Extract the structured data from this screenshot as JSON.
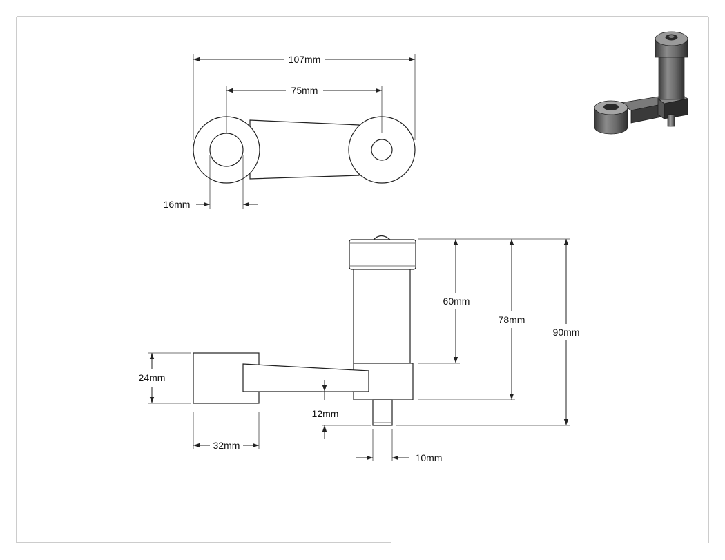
{
  "drawing": {
    "dimensions": {
      "overall_length": "107mm",
      "center_distance": "75mm",
      "bore_diameter": "16mm",
      "arm_height": "24mm",
      "arm_thickness": "12mm",
      "boss_width": "32mm",
      "handle_length": "60mm",
      "handle_height": "78mm",
      "overall_height": "90mm",
      "pin_diameter": "10mm"
    },
    "colors": {
      "line": "#222222",
      "render_dark": "#2b2b2b",
      "render_mid": "#6e6e6e",
      "render_light": "#a9a9a9"
    }
  }
}
